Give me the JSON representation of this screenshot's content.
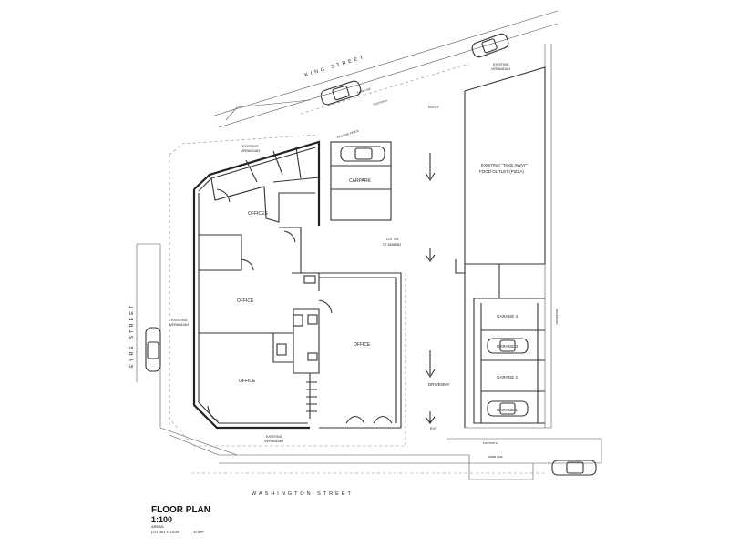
{
  "streets": {
    "king": "KING STREET",
    "eyre": "EYRE STREET",
    "washington": "WASHINGTON STREET"
  },
  "rooms": {
    "offices_top": "OFFICES",
    "office_left": "OFFICE",
    "office_right": "OFFICE",
    "office_bottom_left": "OFFICE",
    "car_park": "CARPARK",
    "lot": "LOT 301",
    "lot_sub": "CT 5495/882",
    "takeaway_line1": "EXISTING \"TAKE AWAY\"",
    "takeaway_line2": "FOOD OUTLET (PIZZA)",
    "garage4": "GARAGE 4",
    "garage3": "GARAGE 3",
    "garage2": "GARAGE 2",
    "garage1": "GARAGE 1",
    "driveway": "DRIVEWAY"
  },
  "verandahs": {
    "north": "EXISTING\nVERANDAH",
    "west": "EXISTING\nVERANDAH",
    "south": "EXISTING\nVERANDAH",
    "ne": "EXISTING\nVERANDAH"
  },
  "small_labels": {
    "entry": "ENTRY",
    "exit": "EXIT",
    "footpath_n": "FOOTPATH",
    "footpath_s": "FOOTPATH",
    "kerbline_n": "KERB LINE",
    "kerbline_s": "KERB LINE",
    "boundary_n": "EXISTING FENCE",
    "boundary_e": "BOUNDARY"
  },
  "title": {
    "heading": "FLOOR PLAN",
    "scale": "1:100",
    "areas_label": "AREAS",
    "area_name": "LOT 301 FLOOR",
    "area_value": "470m²"
  },
  "colors": {
    "line": "#333333",
    "paper": "#ffffff"
  }
}
